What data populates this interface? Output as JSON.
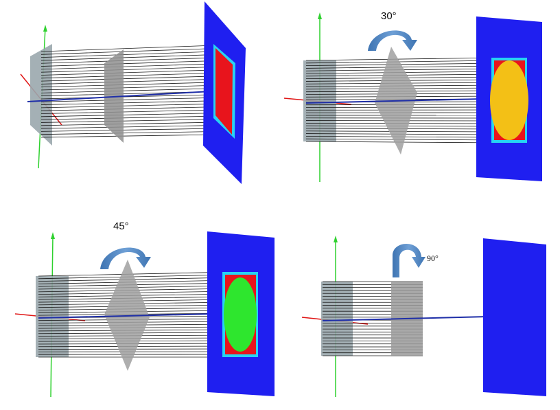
{
  "panels": [
    {
      "id": "panel-0deg",
      "angle_label": "",
      "spot": "red-rect"
    },
    {
      "id": "panel-30deg",
      "angle_label": "30°",
      "spot": "yellow-ellipse"
    },
    {
      "id": "panel-45deg",
      "angle_label": "45°",
      "spot": "green-ellipse"
    },
    {
      "id": "panel-90deg",
      "angle_label": "90°",
      "spot": "none"
    }
  ],
  "colors": {
    "screen": "#1f1ff0",
    "screen_frame": "#27d3f2",
    "spot_red": "#e8141c",
    "spot_yellow": "#f3c016",
    "spot_green": "#2ee62e",
    "axis_x": "#e01515",
    "axis_y": "#2fd12f",
    "axis_z": "#1f2fa8",
    "rays": "#1a1a1a",
    "slab": "#9aa7ad",
    "polarizer": "#b0b0b0",
    "arrow": "#5b8fc7"
  },
  "icons": [
    "rotation-arrow-icon"
  ]
}
